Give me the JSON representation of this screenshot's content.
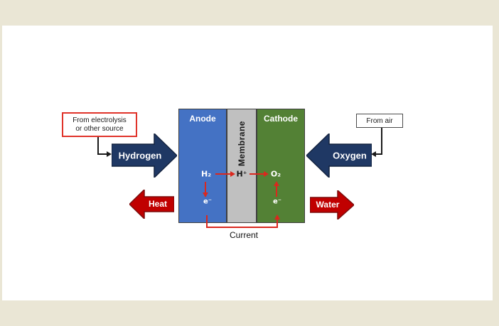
{
  "source_box": {
    "line1": "From electrolysis",
    "line2": "or other source"
  },
  "air_box": {
    "label": "From air"
  },
  "arrows": {
    "hydrogen": "Hydrogen",
    "oxygen": "Oxygen",
    "heat": "Heat",
    "water": "Water"
  },
  "cell": {
    "anode": "Anode",
    "membrane": "Membrane",
    "cathode": "Cathode"
  },
  "reaction": {
    "h2": "H₂",
    "h_plus": "H⁺",
    "o2": "O₂",
    "electron_left": "e⁻",
    "electron_right": "e⁻"
  },
  "current": {
    "label": "Current"
  },
  "colors": {
    "background": "#EAE6D5",
    "panel": "#FFFFFF",
    "anode_blue": "#4472C4",
    "membrane_gray": "#C0C0C0",
    "cathode_green": "#538135",
    "gas_arrow_navy": "#1F3864",
    "energy_arrow_red": "#C00000",
    "reaction_arrow_red": "#DA281E",
    "source_box_border_red": "#E0332A"
  }
}
